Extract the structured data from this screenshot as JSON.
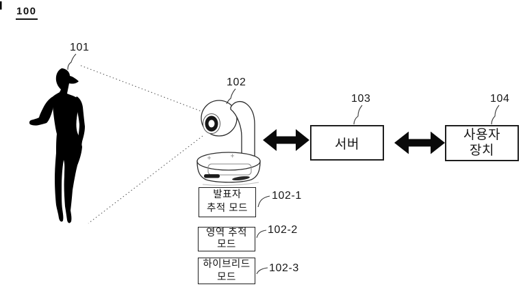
{
  "figure": {
    "number": "100",
    "background": "#ffffff",
    "ink": "#1a1a1a",
    "refs": {
      "person": "101",
      "camera": "102",
      "server": "103",
      "user_device": "104",
      "presenter_mode": "102-1",
      "area_mode": "102-2",
      "hybrid_mode": "102-3"
    },
    "nodes": {
      "server": {
        "label": "서버"
      },
      "user_device": {
        "line1": "사용자",
        "line2": "장치"
      },
      "presenter_mode": {
        "line1": "발표자",
        "line2": "추적 모드"
      },
      "area_mode": {
        "line1": "영역 추적",
        "line2": "모드"
      },
      "hybrid_mode": {
        "line1": "하이브리드",
        "line2": "모드"
      }
    },
    "icons": {
      "person": "person-silhouette-icon",
      "camera": "ptz-camera-icon",
      "link": "double-headed-arrow-icon",
      "field_of_view": "dotted-fov-lines"
    }
  }
}
